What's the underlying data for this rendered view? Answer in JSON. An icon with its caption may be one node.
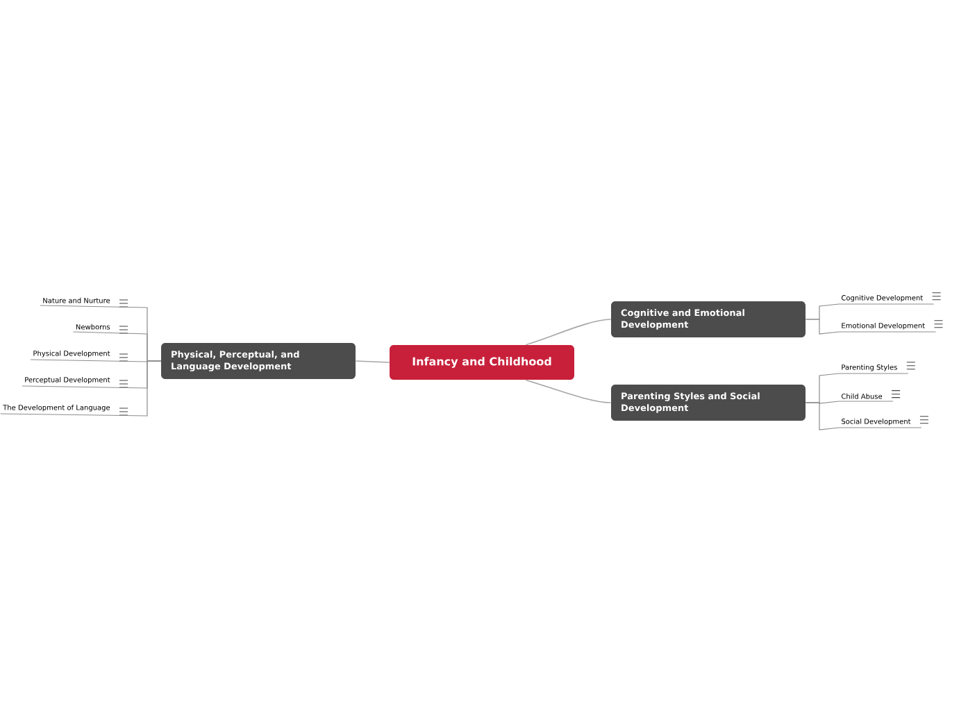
{
  "diagram": {
    "nodes": [
      {
        "text": [
          "Infancy and Childhood"
        ]
      },
      {
        "text": [
          "Physical, Perceptual, and Language Development"
        ]
      },
      {
        "text": [
          "Cognitive and Emotional Development"
        ]
      },
      {
        "text": [
          "Parenting Styles and Social Development"
        ]
      },
      {
        "text": [
          "Nature and Nurture"
        ]
      },
      {
        "text": [
          "Newborns"
        ]
      },
      {
        "text": [
          "Physical Development"
        ]
      },
      {
        "text": [
          "Perceptual Development"
        ]
      },
      {
        "text": [
          "The Development of Language"
        ]
      },
      {
        "text": [
          "Cognitive Development"
        ]
      },
      {
        "text": [
          "Emotional Development"
        ]
      },
      {
        "text": [
          "Parenting Styles"
        ]
      },
      {
        "text": [
          "Child Abuse"
        ]
      },
      {
        "text": [
          "Social Development"
        ]
      }
    ],
    "edges": [
      {
        "from": 0,
        "to": 1,
        "arrow": "none"
      },
      {
        "from": 0,
        "to": 2,
        "arrow": "none"
      },
      {
        "from": 0,
        "to": 3,
        "arrow": "none"
      },
      {
        "from": 1,
        "to": 4,
        "arrow": "none"
      },
      {
        "from": 1,
        "to": 5,
        "arrow": "none"
      },
      {
        "from": 1,
        "to": 6,
        "arrow": "none"
      },
      {
        "from": 1,
        "to": 7,
        "arrow": "none"
      },
      {
        "from": 1,
        "to": 8,
        "arrow": "none"
      },
      {
        "from": 2,
        "to": 9,
        "arrow": "none"
      },
      {
        "from": 2,
        "to": 10,
        "arrow": "none"
      },
      {
        "from": 3,
        "to": 11,
        "arrow": "none"
      },
      {
        "from": 3,
        "to": 12,
        "arrow": "none"
      },
      {
        "from": 3,
        "to": 13,
        "arrow": "none"
      }
    ]
  }
}
